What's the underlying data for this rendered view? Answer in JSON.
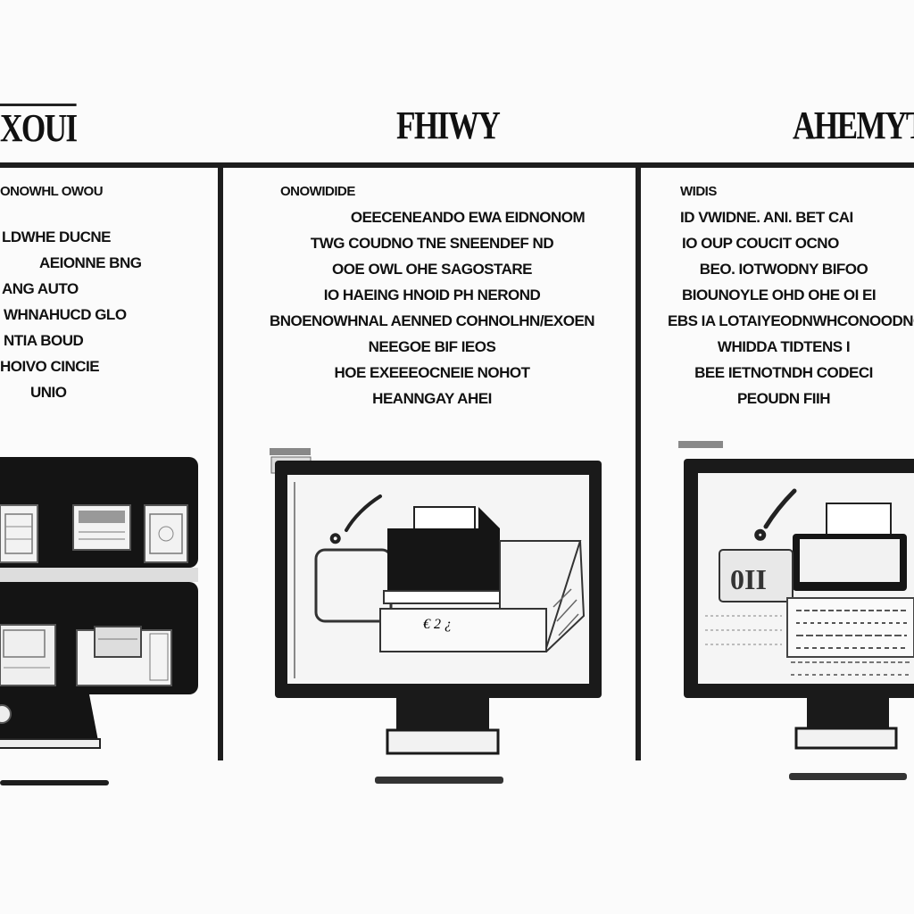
{
  "columns": [
    {
      "title": "XOUI",
      "lines": [
        "ONOWHL   OWOU",
        "LDWHE DUCNE",
        "AEIONNE BNG",
        "ANG AUTO",
        "WHNAHUCD GLO",
        "NTIA BOUD",
        "HOIVO CINCIE",
        "UNIO"
      ]
    },
    {
      "title": "FHIWY",
      "lines": [
        "ONOWIDIDE",
        "OEECENEANDO   EWA   EIDNONOM",
        "TWG  COUDNO  TNE   SNEENDEF  ND",
        "OOE  OWL  OHE   SAGOSTARE",
        "IO  HAEING   HNOID   PH  NEROND",
        "BNOENOWHNAL AENNED COHNOLHN/EXOEN",
        "NEEGOE   BIF IEOS",
        "HOE   EXEEEOCNEIE  NOHOT",
        "HEANNGAY  AHEI"
      ]
    },
    {
      "title": "AHEMYT",
      "lines": [
        "WIDIS",
        "ID  VWIDNE. ANI.  BET   CAI",
        "IO   OUP  COUCIT   OCNO",
        "BEO.  IOTWODNY   BIFOO",
        "BIOUNOYLE OHD  OHE   OI  EI",
        "EBS IA LOTAIYEODNWHCONOODNOE",
        "WHIDDA   TIDTENS  I",
        "BEE   IETNOTNDH CODECI",
        "PEOUDN   FIIH"
      ]
    }
  ]
}
